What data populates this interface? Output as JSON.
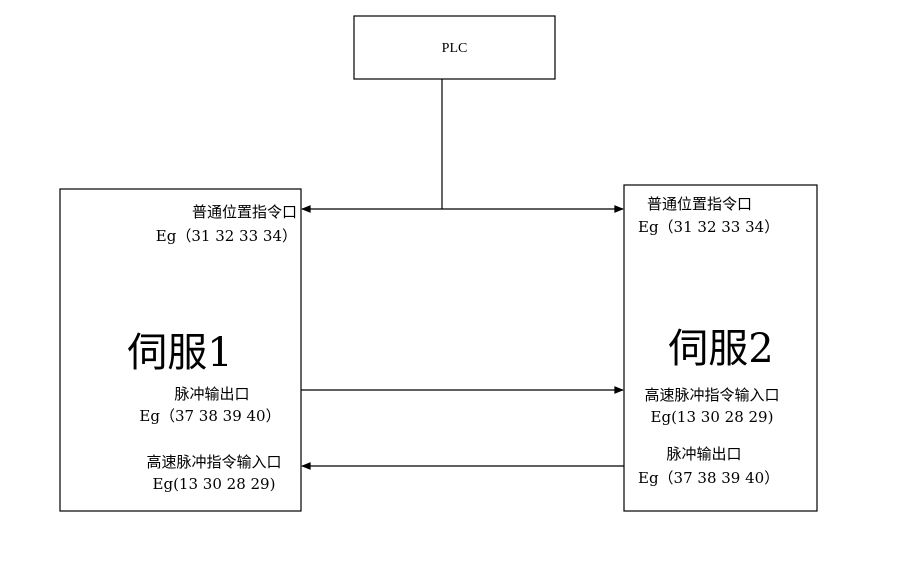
{
  "plc": {
    "label": "PLC"
  },
  "servo1": {
    "title": "伺服1",
    "position_port": "普通位置指令口",
    "position_port_pins": "Eg（31 32 33 34）",
    "pulse_out": "脉冲输出口",
    "pulse_out_pins": "Eg（37 38 39 40）",
    "hs_in": "高速脉冲指令输入口",
    "hs_in_pins": "Eg(13 30 28 29)"
  },
  "servo2": {
    "title": "伺服2",
    "position_port": "普通位置指令口",
    "position_port_pins": "Eg（31 32 33 34）",
    "hs_in": "高速脉冲指令输入口",
    "hs_in_pins": "Eg(13 30 28 29)",
    "pulse_out": "脉冲输出口",
    "pulse_out_pins": "Eg（37 38 39 40）"
  }
}
